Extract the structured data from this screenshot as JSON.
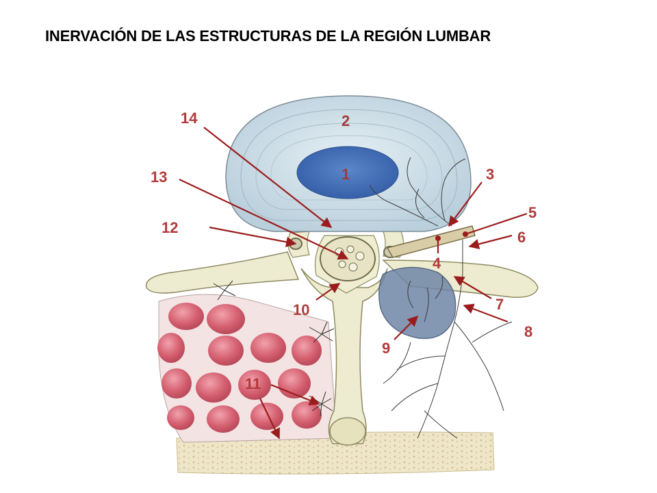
{
  "title": "INERVACIÓN DE LAS ESTRUCTURAS DE LA REGIÓN LUMBAR",
  "colors": {
    "disc": "#cfe0ea",
    "nucleus": "#3f6fb8",
    "bone": "#eeecd0",
    "muscle": "#d45f6f",
    "label": "#b13a3a",
    "arrow": "#9b1c1c"
  },
  "labels": {
    "l1": "1",
    "l2": "2",
    "l3": "3",
    "l4": "4",
    "l5": "5",
    "l6": "6",
    "l7": "7",
    "l8": "8",
    "l9": "9",
    "l10": "10",
    "l11": "11",
    "l12": "12",
    "l13": "13",
    "l14": "14"
  }
}
